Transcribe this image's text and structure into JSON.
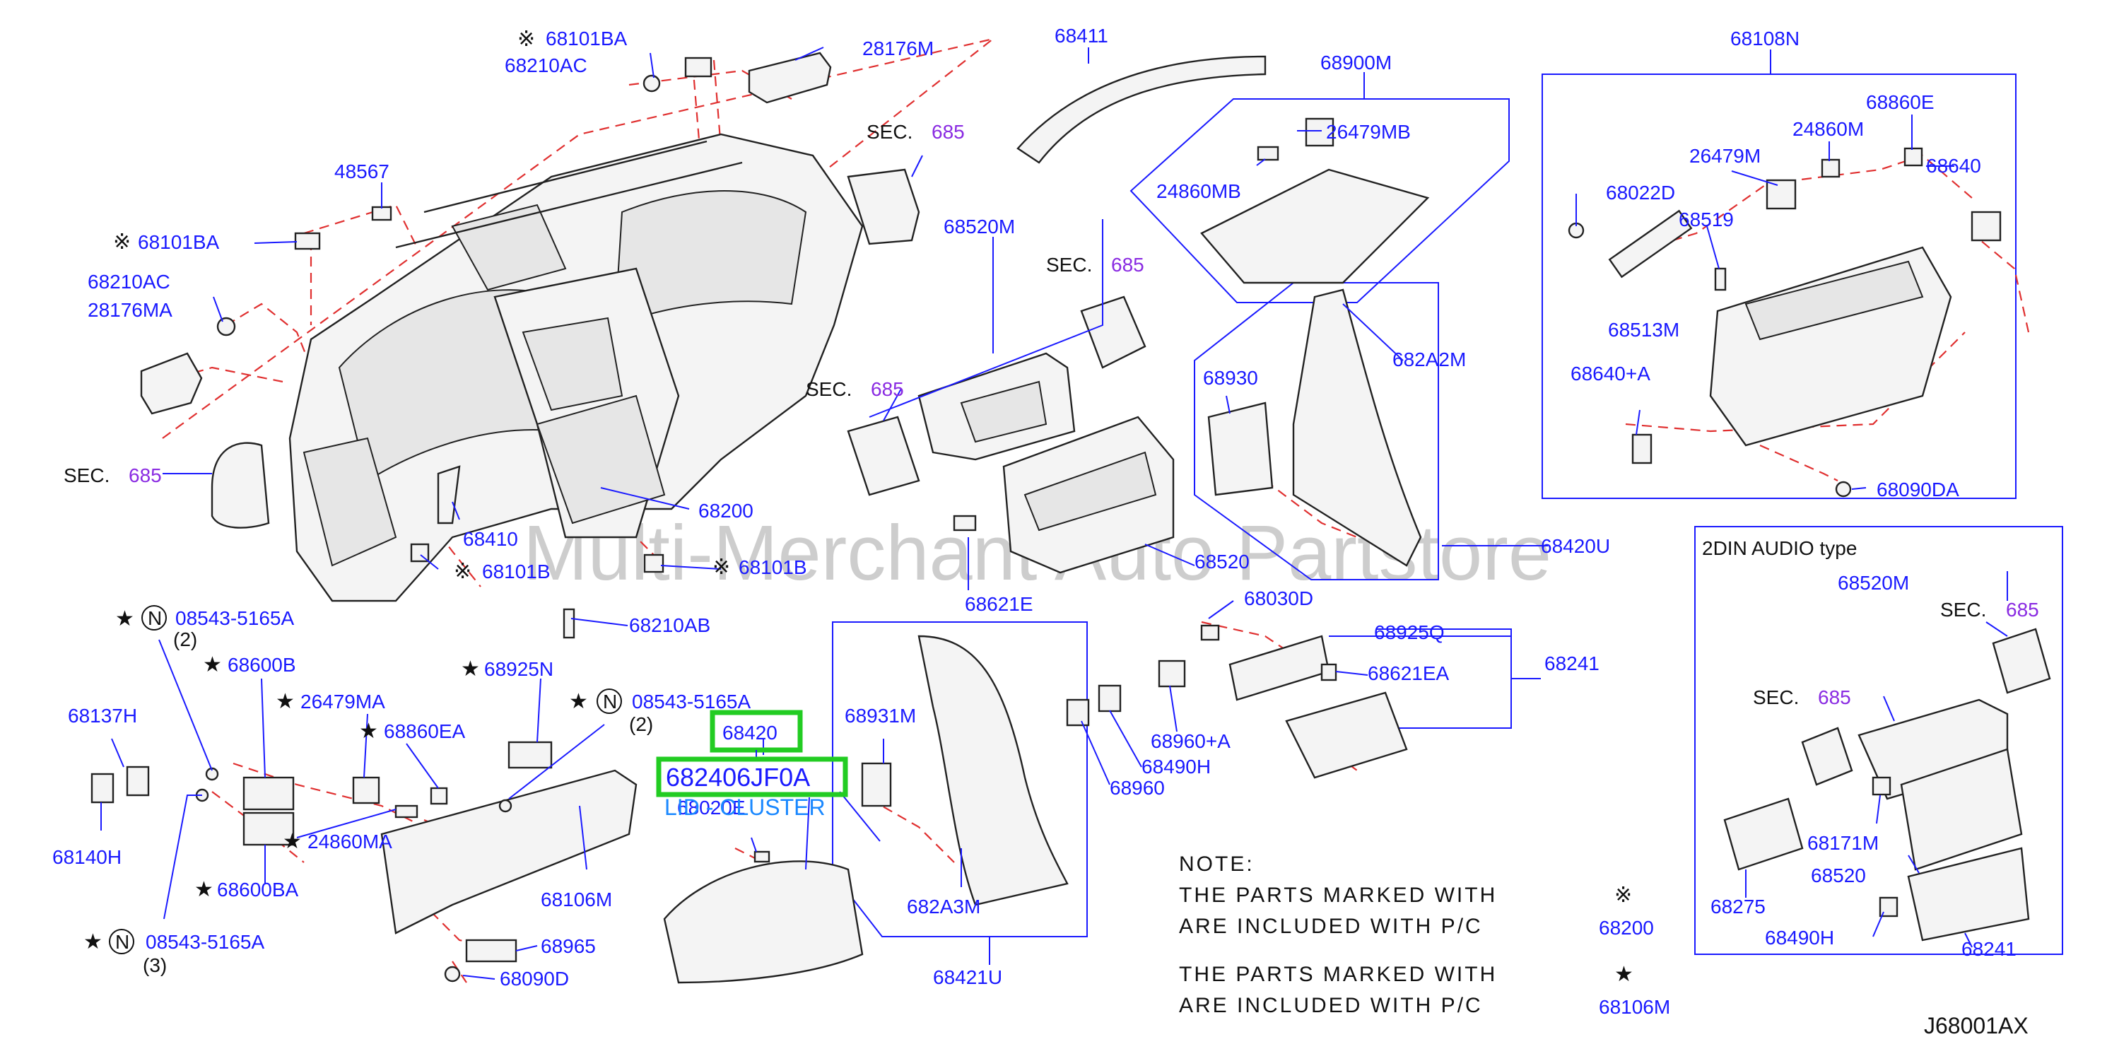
{
  "diagram_code": "J68001AX",
  "watermark": "Multi-Merchant Auto Partstore",
  "highlight": {
    "part_no": "68420",
    "replacement": "682406JF0A",
    "desc": "LID - CLUSTER"
  },
  "labels": {
    "l01": "68101BA",
    "l02": "68210AC",
    "l03": "28176M",
    "l04": "68411",
    "l05": "68900M",
    "l06": "68108N",
    "l07": "SEC.",
    "l08": "685",
    "l09": "26479MB",
    "l10": "68860E",
    "l11": "24860M",
    "l12": "26479M",
    "l13": "48567",
    "l14": "24860MB",
    "l15": "68022D",
    "l16": "68640",
    "l17": "68519",
    "l18": "68101BA",
    "l19": "68520M",
    "l20": "SEC.",
    "l21": "685",
    "l22": "68210AC",
    "l23": "28176MA",
    "l24": "682A2M",
    "l25": "68513M",
    "l26": "68930",
    "l27": "68640+A",
    "l28": "SEC.",
    "l29": "685",
    "l30": "SEC.",
    "l31": "685",
    "l32": "68200",
    "l33": "68090DA",
    "l34": "68410",
    "l35": "68420U",
    "l36": "68520",
    "l37": "68101B",
    "l38": "68101B",
    "l39": "2DIN  AUDIO  type",
    "l40": "68621E",
    "l41": "68520M",
    "l42": "68030D",
    "l43": "SEC.",
    "l44": "685",
    "l45": "08543-5165A",
    "l46": "(2)",
    "l47": "68210AB",
    "l48": "68925Q",
    "l49": "68241",
    "l50": "68600B",
    "l51": "68621EA",
    "l52": "68925N",
    "l53": "SEC.",
    "l54": "685",
    "l55": "68137H",
    "l56": "26479MA",
    "l57": "08543-5165A",
    "l58": "(2)",
    "l59": "68931M",
    "l60": "68860EA",
    "l61": "68960+A",
    "l62": "68490H",
    "l63": "68960",
    "l64": "68171M",
    "l65": "68140H",
    "l66": "24860MA",
    "l67": "68020E",
    "l68": "68520",
    "l69": "68106M",
    "l70": "68600BA",
    "l71": "682A3M",
    "l72": "68275",
    "l73": "68490H",
    "l74": "08543-5165A",
    "l75": "(3)",
    "l76": "68965",
    "l77": "68241",
    "l78": "68090D",
    "l79": "68421U"
  },
  "note": {
    "title": "NOTE:",
    "line1": "THE  PARTS  MARKED  WITH",
    "line2": "ARE  INCLUDED  WITH  P/C",
    "ref1": "68200",
    "line3": "THE  PARTS  MARKED  WITH",
    "line4": "ARE  INCLUDED  WITH  P/C",
    "ref2": "68106M"
  },
  "symbols": {
    "kome": "※",
    "star": "★",
    "n": "N"
  },
  "colors": {
    "label": "#1a1aff",
    "section": "#8a2be2",
    "dash": "#e03030",
    "highlight": "#22cc22"
  }
}
